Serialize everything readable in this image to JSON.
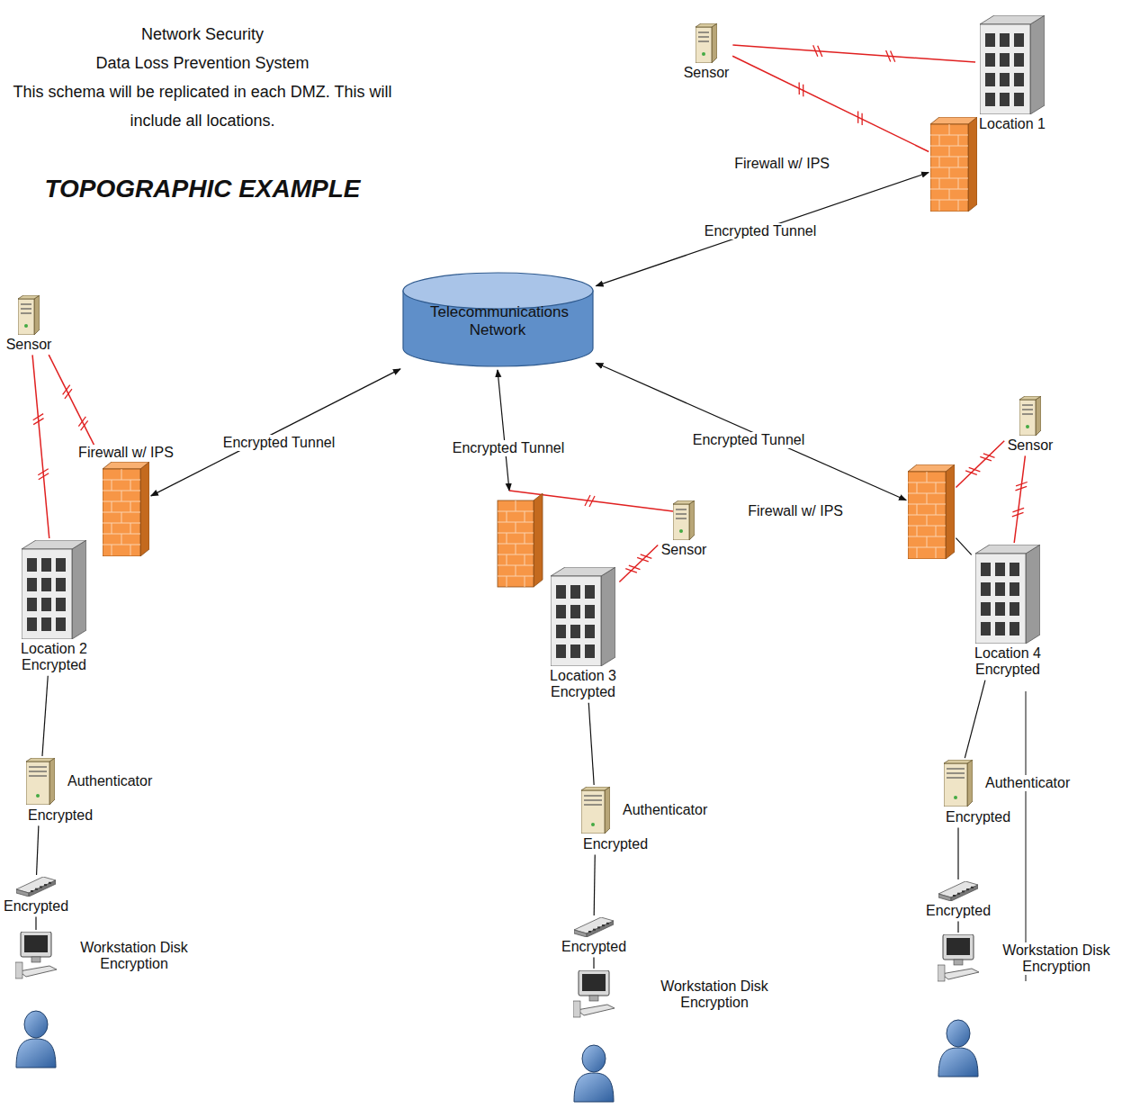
{
  "diagram": {
    "title": "Network Security",
    "nodes": [
      {
        "text": [
          "Sensor"
        ]
      },
      {
        "text": [
          "Location 1"
        ]
      },
      {
        "text": [
          "Firewall w/ IPS"
        ]
      },
      {
        "text": [
          "Telecommunications Network"
        ]
      },
      {
        "text": [
          "Sensor"
        ]
      },
      {
        "text": [
          "Firewall w/ IPS"
        ]
      },
      {
        "text": [
          "Sensor"
        ]
      },
      {
        "text": [
          "Sensor"
        ]
      },
      {
        "text": [
          "Firewall w/ IPS"
        ]
      },
      {
        "text": [
          "Location 2",
          "Encrypted"
        ]
      },
      {
        "text": [
          "Location 3",
          "Encrypted"
        ]
      },
      {
        "text": [
          "Location 4",
          "Encrypted"
        ]
      },
      {
        "text": [
          "Authenticator",
          "Encrypted"
        ]
      },
      {
        "text": [
          "Authenticator",
          "Encrypted"
        ]
      },
      {
        "text": [
          "Authenticator",
          "Encrypted"
        ]
      },
      {
        "text": [
          "Encrypted"
        ]
      },
      {
        "text": [
          "Encrypted"
        ]
      },
      {
        "text": [
          "Encrypted"
        ]
      },
      {
        "text": [
          "Workstation Disk Encryption"
        ]
      },
      {
        "text": [
          "Workstation Disk Encryption"
        ]
      },
      {
        "text": [
          "Workstation Disk Encryption"
        ]
      }
    ],
    "edges": [
      {
        "from": 0,
        "to": 1,
        "arrow": "none"
      },
      {
        "from": 0,
        "to": 2,
        "arrow": "none"
      },
      {
        "from": 1,
        "to": 2,
        "arrow": "none"
      },
      {
        "from": 2,
        "to": 3,
        "label": "Encrypted Tunnel",
        "arrow": "both"
      },
      {
        "from": 5,
        "to": 3,
        "label": "Encrypted Tunnel",
        "arrow": "both"
      },
      {
        "from": 8,
        "to": 3,
        "label": "Encrypted Tunnel",
        "arrow": "both"
      },
      {
        "from": 4,
        "to": 5,
        "arrow": "none"
      },
      {
        "from": 4,
        "to": 9,
        "arrow": "none"
      },
      {
        "from": 7,
        "to": 10,
        "arrow": "none"
      },
      {
        "from": 6,
        "to": 8,
        "arrow": "none"
      },
      {
        "from": 6,
        "to": 11,
        "arrow": "none"
      },
      {
        "from": 11,
        "to": 8,
        "arrow": "none"
      },
      {
        "from": 9,
        "to": 12,
        "arrow": "none"
      },
      {
        "from": 12,
        "to": 15,
        "arrow": "none"
      },
      {
        "from": 15,
        "to": 18,
        "arrow": "none"
      },
      {
        "from": 10,
        "to": 13,
        "arrow": "none"
      },
      {
        "from": 13,
        "to": 16,
        "arrow": "none"
      },
      {
        "from": 16,
        "to": 19,
        "arrow": "none"
      },
      {
        "from": 11,
        "to": 14,
        "arrow": "none"
      },
      {
        "from": 14,
        "to": 17,
        "arrow": "none"
      },
      {
        "from": 17,
        "to": 20,
        "arrow": "none"
      }
    ],
    "labels": [
      "Data Loss Prevention System",
      "This schema will be replicated in each DMZ. This will include all locations.",
      "TOPOGRAPHIC EXAMPLE",
      "Encrypted Tunnel"
    ]
  }
}
